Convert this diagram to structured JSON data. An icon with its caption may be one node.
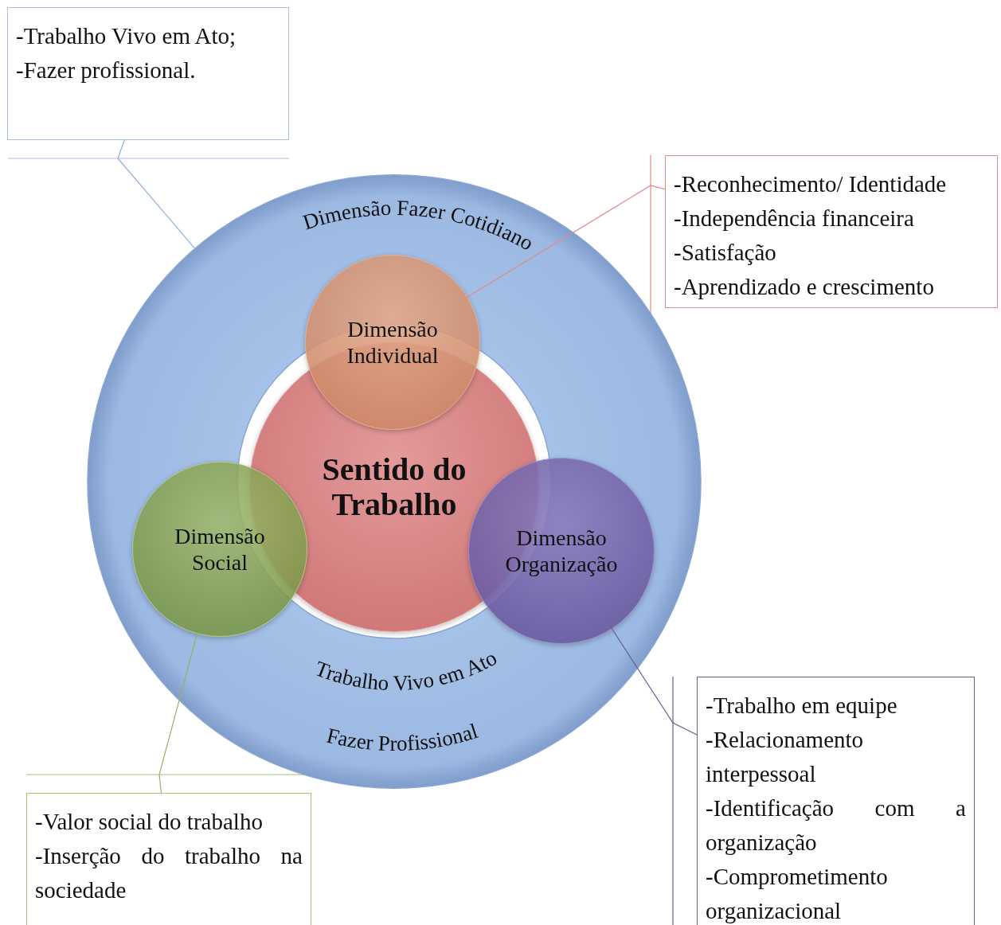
{
  "diagram": {
    "nodes": [
      {
        "text": [
          "-Trabalho Vivo em Ato;",
          "-Fazer profissional."
        ]
      },
      {
        "text": [
          "Dimensão Fazer Cotidiano",
          "Trabalho Vivo em Ato",
          "Fazer Profissional"
        ]
      },
      {
        "text": [
          "Sentido do Trabalho"
        ],
        "in": 1
      },
      {
        "text": [
          "Dimensão Individual"
        ],
        "in": 1
      },
      {
        "text": [
          "Dimensão Social"
        ],
        "in": 1
      },
      {
        "text": [
          "Dimensão Organização"
        ],
        "in": 1
      },
      {
        "text": [
          "-Reconhecimento/ Identidade",
          "-Independência financeira",
          "-Satisfação",
          "-Aprendizado e crescimento"
        ]
      },
      {
        "text": [
          "-Valor social do trabalho",
          "-Inserção do trabalho na sociedade"
        ]
      },
      {
        "text": [
          "-Trabalho em equipe",
          "-Relacionamento interpessoal",
          "-Identificação com a organização",
          "-Comprometimento organizacional"
        ]
      }
    ],
    "edges": [
      {
        "from": 0,
        "to": 1,
        "arrow": "none",
        "color": "#8fb0dc"
      },
      {
        "from": 3,
        "to": 6,
        "arrow": "none",
        "color": "#e08a8a"
      },
      {
        "from": 4,
        "to": 7,
        "arrow": "none",
        "color": "#9ab060"
      },
      {
        "from": 5,
        "to": 8,
        "arrow": "none",
        "color": "#6a5a90"
      }
    ]
  }
}
